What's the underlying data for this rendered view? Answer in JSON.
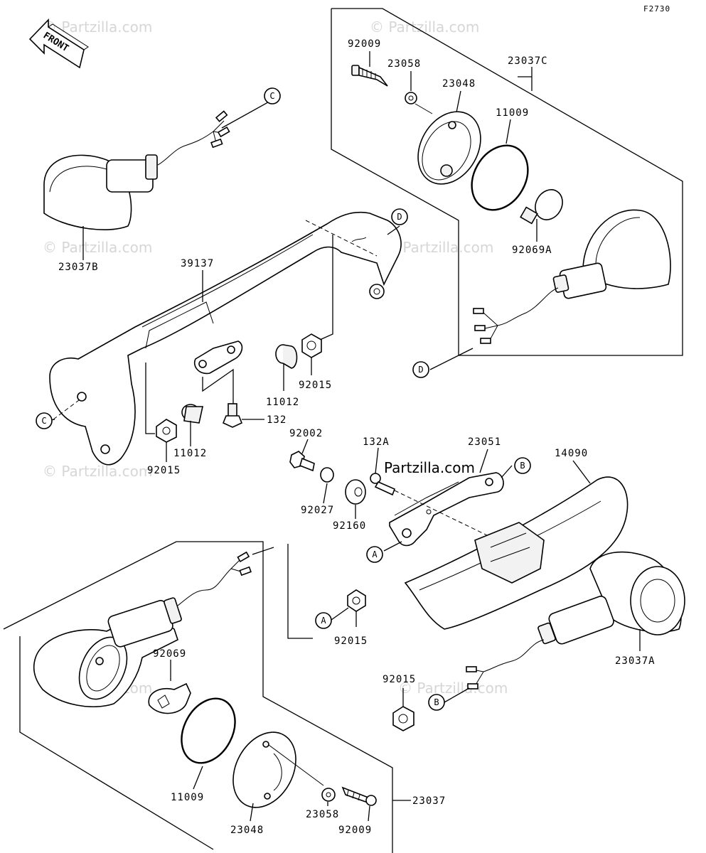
{
  "figure_code": "F2730",
  "front_label": "FRONT",
  "brand_overlay": "Partzilla.com",
  "watermark_text": "© Partzilla.com",
  "parts": [
    {
      "id": "p92009a",
      "label": "92009"
    },
    {
      "id": "p23058a",
      "label": "23058"
    },
    {
      "id": "p23048a",
      "label": "23048"
    },
    {
      "id": "p23037c",
      "label": "23037C"
    },
    {
      "id": "p11009a",
      "label": "11009"
    },
    {
      "id": "p92069a",
      "label": "92069A"
    },
    {
      "id": "p23037b",
      "label": "23037B"
    },
    {
      "id": "p39137",
      "label": "39137"
    },
    {
      "id": "p11012b",
      "label": "11012"
    },
    {
      "id": "p92015b",
      "label": "92015"
    },
    {
      "id": "p132",
      "label": "132"
    },
    {
      "id": "p92015a",
      "label": "92015"
    },
    {
      "id": "p11012a",
      "label": "11012"
    },
    {
      "id": "p92002",
      "label": "92002"
    },
    {
      "id": "p132a",
      "label": "132A"
    },
    {
      "id": "p23051",
      "label": "23051"
    },
    {
      "id": "p14090",
      "label": "14090"
    },
    {
      "id": "p92027",
      "label": "92027"
    },
    {
      "id": "p92160",
      "label": "92160"
    },
    {
      "id": "p92069",
      "label": "92069"
    },
    {
      "id": "p92015c",
      "label": "92015"
    },
    {
      "id": "p23037a",
      "label": "23037A"
    },
    {
      "id": "p92015d",
      "label": "92015"
    },
    {
      "id": "p11009b",
      "label": "11009"
    },
    {
      "id": "p23048b",
      "label": "23048"
    },
    {
      "id": "p23037",
      "label": "23037"
    },
    {
      "id": "p23058b",
      "label": "23058"
    },
    {
      "id": "p92009b",
      "label": "92009"
    }
  ],
  "refs": {
    "c1": "C",
    "c2": "C",
    "d1": "D",
    "d2": "D",
    "a1": "A",
    "a2": "A",
    "b1": "B",
    "b2": "B"
  }
}
